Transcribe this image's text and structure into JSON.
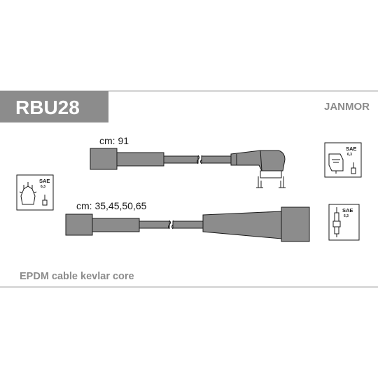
{
  "header": {
    "code": "RBU28",
    "brand": "JANMOR"
  },
  "cables": [
    {
      "length_label": "cm: 91"
    },
    {
      "length_label": "cm: 35,45,50,65"
    }
  ],
  "icons": {
    "distributor_standard": "SAE",
    "coil_standard": "SAE",
    "plug_standard": "SAE",
    "terminal_size": "6,3"
  },
  "footer": {
    "description": "EPDM cable kevlar core"
  },
  "colors": {
    "badge": "#8c8c8c",
    "cable": "#8c8c8c",
    "rule": "#b5b5b5",
    "brand_text": "#8c8c8c",
    "outline": "#1a1a1a"
  }
}
